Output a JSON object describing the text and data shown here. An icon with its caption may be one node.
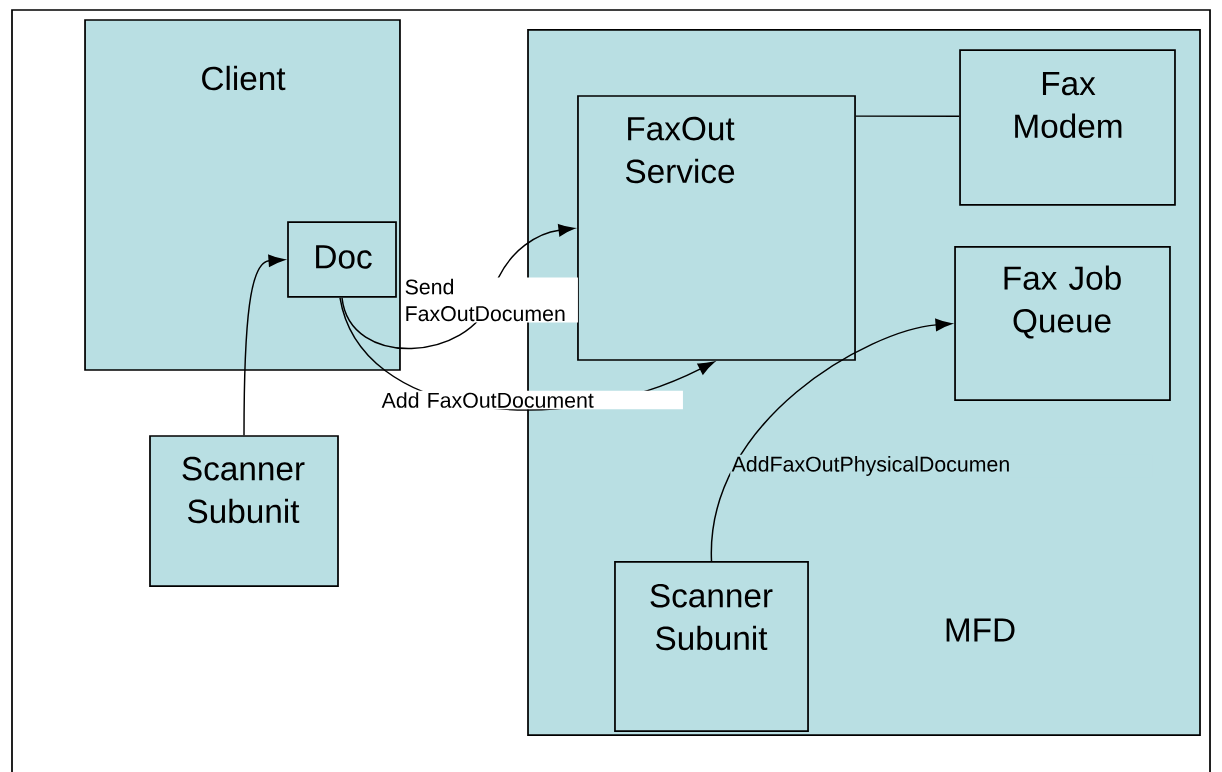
{
  "diagram": {
    "nodes": [
      {
        "text": [
          "Client"
        ]
      },
      {
        "text": [
          "Doc"
        ],
        "in": 0
      },
      {
        "text": [
          "Scanner Subunit"
        ]
      },
      {
        "text": [
          "MFD"
        ]
      },
      {
        "text": [
          "FaxOut Service"
        ],
        "in": 3
      },
      {
        "text": [
          "Fax Modem"
        ],
        "in": 3
      },
      {
        "text": [
          "Fax Job Queue"
        ],
        "in": 3
      },
      {
        "text": [
          "Scanner Subunit"
        ],
        "in": 3
      }
    ],
    "edges": [
      {
        "from": 2,
        "to": 1,
        "arrow": "to"
      },
      {
        "from": 1,
        "to": 4,
        "arrow": "to",
        "label": "Send FaxOutDocumen"
      },
      {
        "from": 1,
        "to": 4,
        "arrow": "to",
        "label": "Add FaxOutDocument"
      },
      {
        "from": 4,
        "to": 5,
        "arrow": "none"
      },
      {
        "from": 7,
        "to": 6,
        "arrow": "to",
        "label": "AddFaxOutPhysicalDocumen"
      }
    ]
  }
}
